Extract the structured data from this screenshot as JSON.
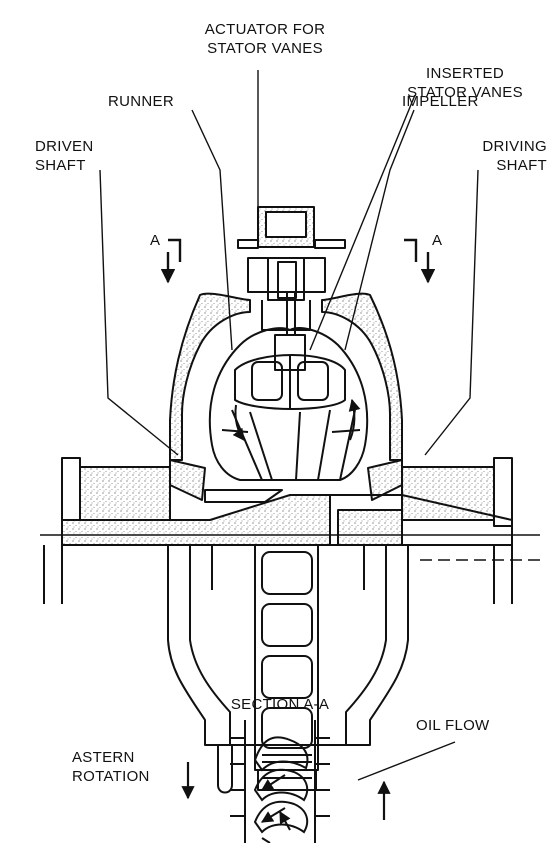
{
  "labels": {
    "actuator_line1": "ACTUATOR FOR",
    "actuator_line2": "STATOR VANES",
    "inserted_line1": "INSERTED",
    "inserted_line2": "STATOR VANES",
    "runner": "RUNNER",
    "impeller": "IMPELLER",
    "driven_line1": "DRIVEN",
    "driven_line2": "SHAFT",
    "driving_line1": "DRIVING",
    "driving_line2": "SHAFT",
    "section_mark_left": "A",
    "section_mark_right": "A",
    "section_title": "SECTION A-A",
    "oil_flow": "OIL FLOW",
    "astern_line1": "ASTERN",
    "astern_line2": "ROTATION"
  }
}
